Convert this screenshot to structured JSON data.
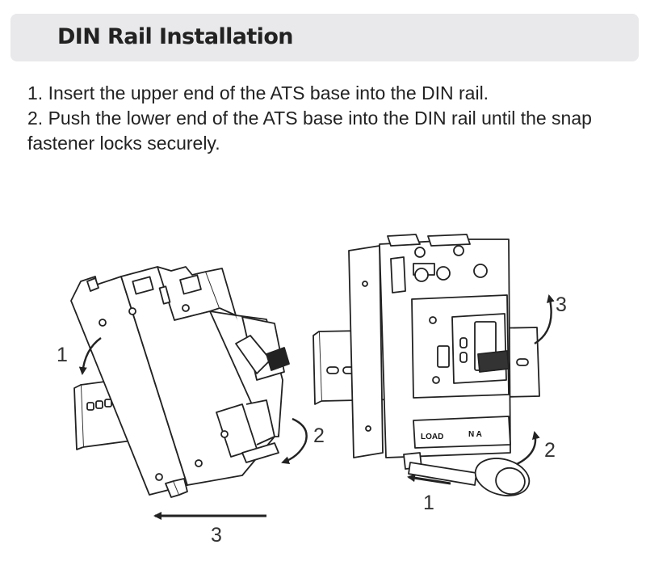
{
  "header": {
    "title": "DIN Rail Installation"
  },
  "instructions": [
    "1. Insert the upper end of the ATS base into the DIN rail.",
    "2. Push the lower end of the ATS base into the DIN rail until the snap fastener locks securely."
  ],
  "left_figure": {
    "callouts": {
      "step1": "1",
      "step2": "2",
      "step3": "3"
    }
  },
  "right_figure": {
    "callouts": {
      "step1": "1",
      "step2": "2",
      "step3": "3"
    },
    "device_labels": {
      "load": "LOAD",
      "neutral_phase": "N A"
    }
  }
}
